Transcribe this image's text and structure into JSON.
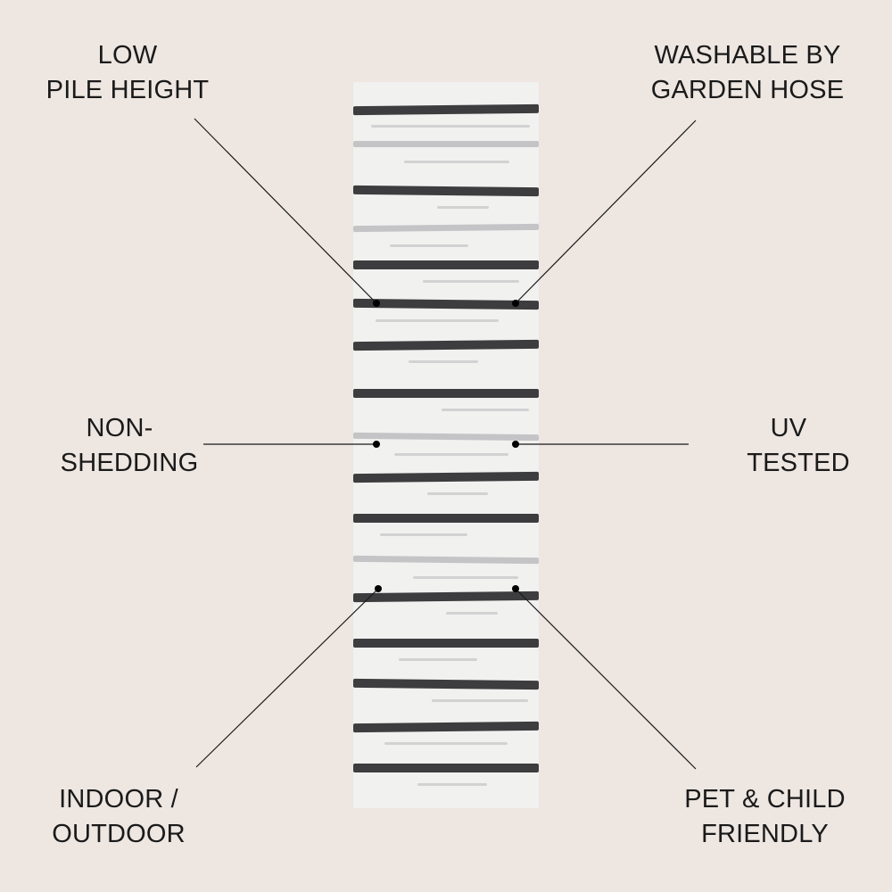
{
  "colors": {
    "background": "#ede6e1",
    "rug_base": "#f1f1f0",
    "stripe_dark": "#2e2e30",
    "stripe_light": "#b9b9bb",
    "line": "#1a1a1a"
  },
  "features": [
    {
      "id": "low-pile-height",
      "lines": [
        "LOW",
        "PILE HEIGHT"
      ]
    },
    {
      "id": "washable",
      "lines": [
        "WASHABLE BY",
        "GARDEN HOSE"
      ]
    },
    {
      "id": "non-shedding",
      "lines": [
        "NON-",
        "SHEDDING"
      ]
    },
    {
      "id": "uv-tested",
      "lines": [
        "UV",
        "TESTED"
      ]
    },
    {
      "id": "indoor-outdoor",
      "lines": [
        "INDOOR /",
        "OUTDOOR"
      ]
    },
    {
      "id": "pet-child-friendly",
      "lines": [
        "PET & CHILD",
        "FRIENDLY"
      ]
    }
  ]
}
